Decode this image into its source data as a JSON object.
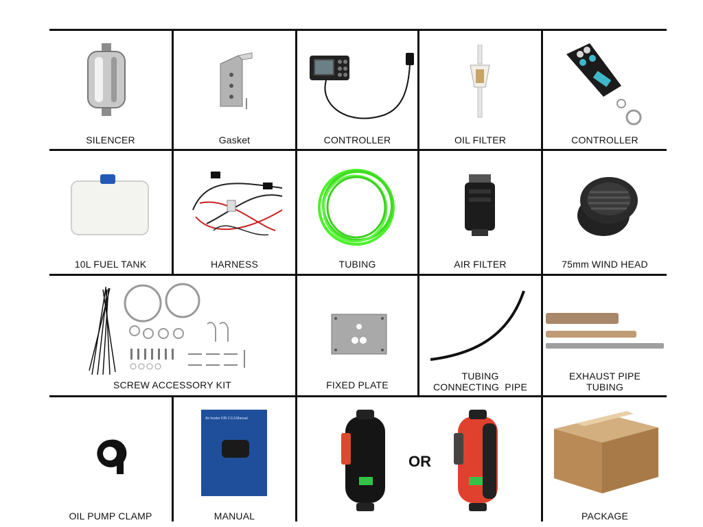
{
  "items": [
    {
      "label": "SILENCER"
    },
    {
      "label": "Gasket"
    },
    {
      "label": "CONTROLLER"
    },
    {
      "label": "OIL FILTER"
    },
    {
      "label": "CONTROLLER"
    },
    {
      "label": "10L FUEL TANK"
    },
    {
      "label": "HARNESS"
    },
    {
      "label": "TUBING"
    },
    {
      "label": "AIR FILTER"
    },
    {
      "label": "75mm WIND HEAD"
    },
    {
      "label": "SCREW ACCESSORY KIT"
    },
    {
      "label": "FIXED PLATE"
    },
    {
      "label_line1": "TUBING",
      "label_line2": "CONNECTING  PIPE"
    },
    {
      "label_line1": "EXHAUST PIPE",
      "label_line2": "TUBING"
    },
    {
      "label": "OIL PUMP CLAMP"
    },
    {
      "label": "MANUAL",
      "cover_text": "Air heater KIN 2.0.3.Manual"
    },
    {
      "or_text": "OR"
    },
    {
      "label": "PACKAGE"
    }
  ]
}
